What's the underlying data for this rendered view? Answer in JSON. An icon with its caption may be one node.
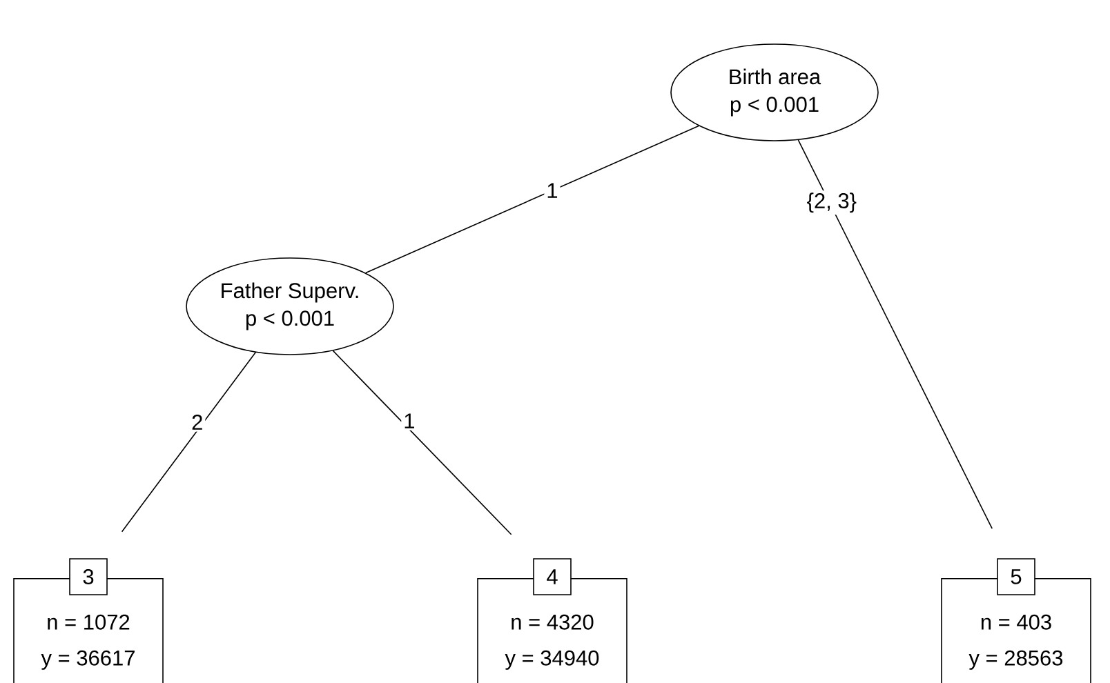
{
  "diagram": {
    "nodes": [
      {
        "text": [
          "Birth area",
          "p < 0.001"
        ]
      },
      {
        "text": [
          "Father Superv.",
          "p < 0.001"
        ]
      },
      {
        "text": [
          "3",
          "n = 1072",
          "y = 36617"
        ]
      },
      {
        "text": [
          "4",
          "n = 4320",
          "y = 34940"
        ]
      },
      {
        "text": [
          "5",
          "n = 403",
          "y = 28563"
        ]
      }
    ],
    "edges": [
      {
        "from": 0,
        "to": 1,
        "arrow": "none",
        "label": "1"
      },
      {
        "from": 1,
        "to": 2,
        "arrow": "none",
        "label": "2"
      },
      {
        "from": 1,
        "to": 3,
        "arrow": "none",
        "label": "1"
      },
      {
        "from": 0,
        "to": 4,
        "arrow": "none",
        "label": "{2, 3}"
      }
    ]
  }
}
